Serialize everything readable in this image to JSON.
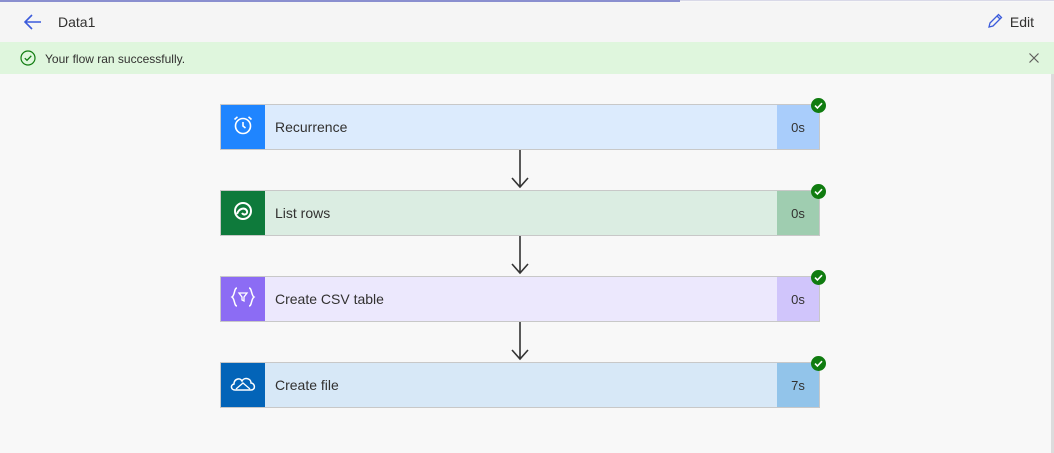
{
  "header": {
    "title": "Data1",
    "edit_label": "Edit"
  },
  "banner": {
    "message": "Your flow ran successfully."
  },
  "steps": [
    {
      "label": "Recurrence",
      "duration": "0s",
      "icon": "alarm-clock-icon",
      "icon_bg": "#1f85ff",
      "body_bg": "#dcebfd",
      "dur_bg": "#a9cdfb"
    },
    {
      "label": "List rows",
      "duration": "0s",
      "icon": "dataverse-icon",
      "icon_bg": "#0e7a3b",
      "body_bg": "#dbede2",
      "dur_bg": "#9fcdb0"
    },
    {
      "label": "Create CSV table",
      "duration": "0s",
      "icon": "data-operation-icon",
      "icon_bg": "#8c6cf4",
      "body_bg": "#ece8fd",
      "dur_bg": "#d0c5fb"
    },
    {
      "label": "Create file",
      "duration": "7s",
      "icon": "onedrive-icon",
      "icon_bg": "#0364b8",
      "body_bg": "#d7e8f7",
      "dur_bg": "#92c4ea"
    }
  ],
  "colors": {
    "success": "#107c10",
    "accent": "#3b5bdb"
  }
}
